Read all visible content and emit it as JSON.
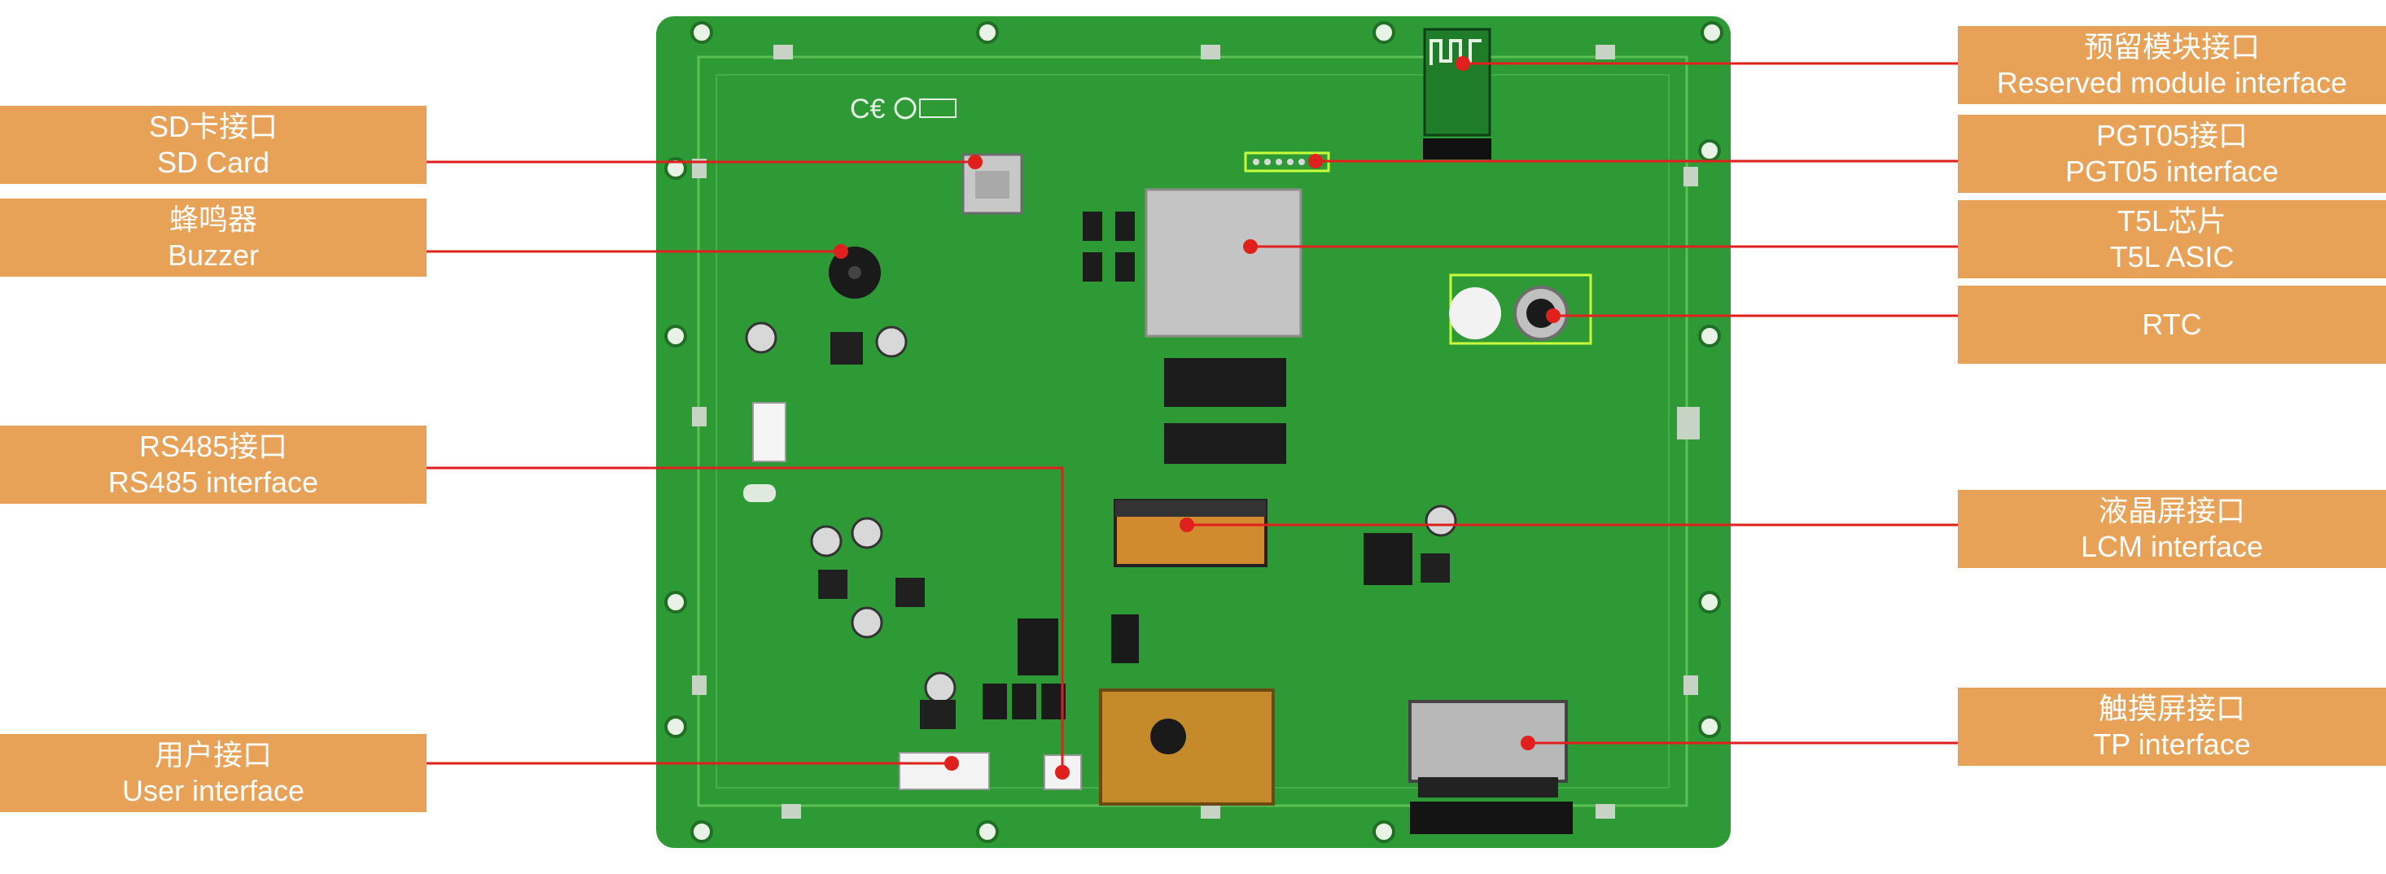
{
  "colors": {
    "label_bg": "#e8a257",
    "leader_line": "#e0201c",
    "board": "#2e9a36"
  },
  "callouts": [
    {
      "id": "reserved_module",
      "zh": "预留模块接口",
      "en": "Reserved module interface"
    },
    {
      "id": "pgt05",
      "zh": "PGT05接口",
      "en": "PGT05 interface"
    },
    {
      "id": "t5l",
      "zh": "T5L芯片",
      "en": "T5L ASIC"
    },
    {
      "id": "rtc",
      "zh": "",
      "en": "RTC"
    },
    {
      "id": "lcm",
      "zh": "液晶屏接口",
      "en": "LCM interface"
    },
    {
      "id": "tp",
      "zh": "触摸屏接口",
      "en": "TP interface"
    },
    {
      "id": "sd_card",
      "zh": "SD卡接口",
      "en": "SD Card"
    },
    {
      "id": "buzzer",
      "zh": "蜂鸣器",
      "en": "Buzzer"
    },
    {
      "id": "rs485",
      "zh": "RS485接口",
      "en": "RS485 interface"
    },
    {
      "id": "user",
      "zh": "用户接口",
      "en": "User interface"
    }
  ]
}
